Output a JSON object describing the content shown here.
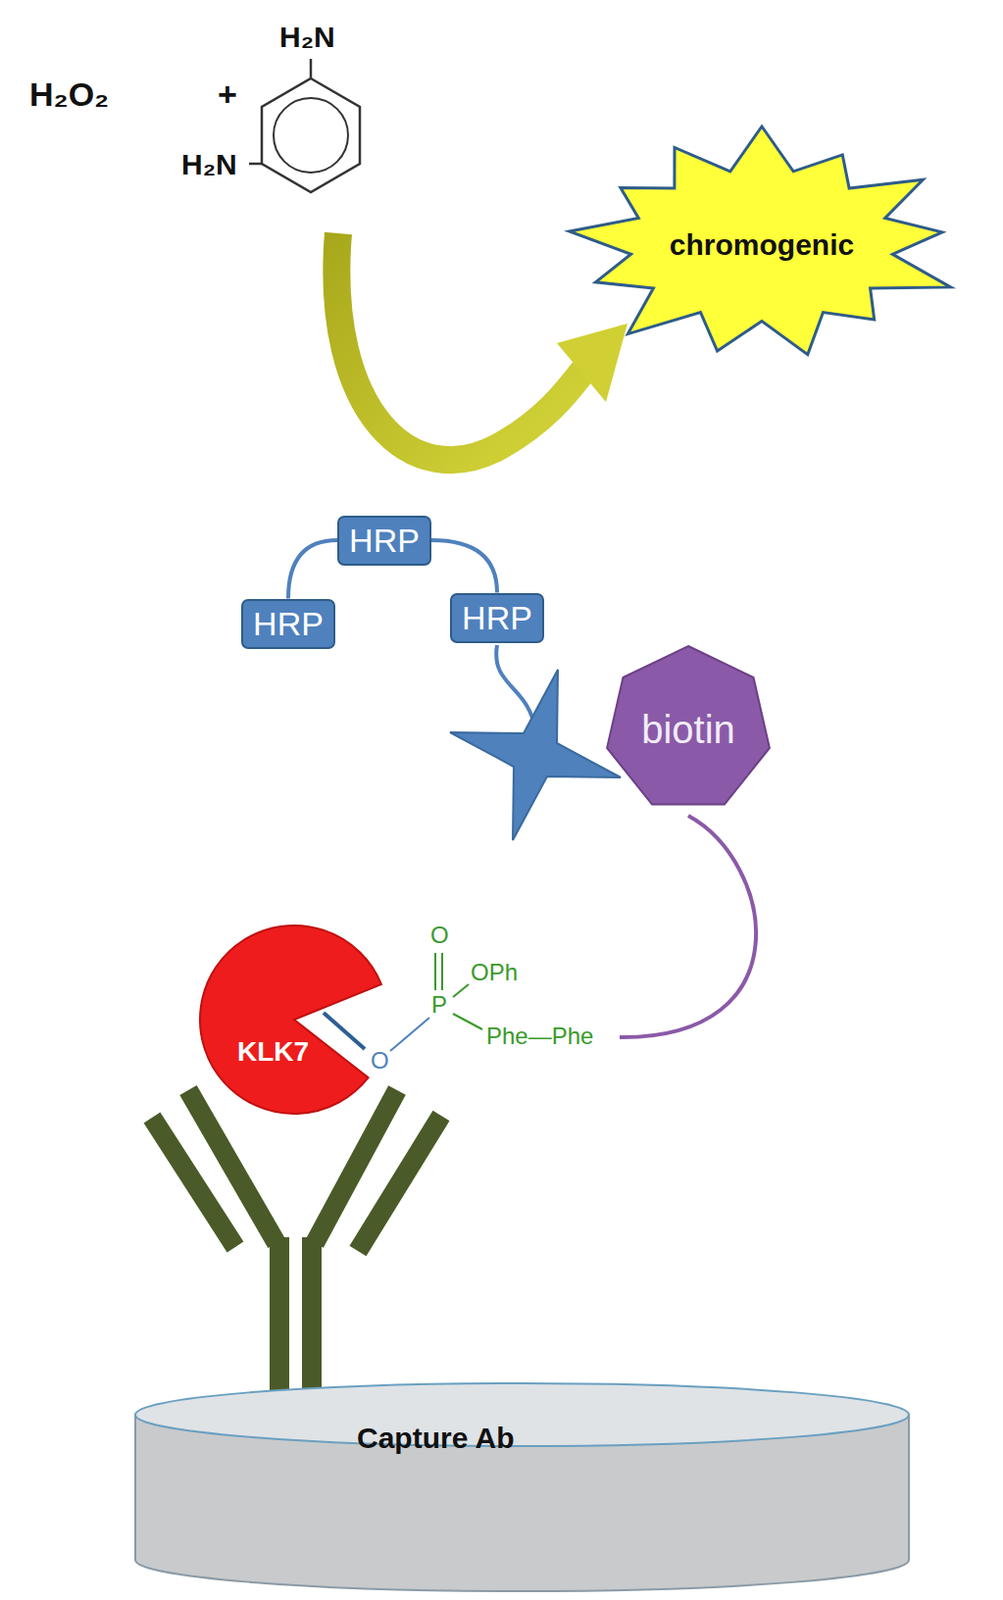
{
  "diagram": {
    "nodes": [
      {
        "text": [
          "chromogenic"
        ]
      },
      {
        "text": [
          "HRP"
        ]
      },
      {
        "text": [
          "HRP"
        ]
      },
      {
        "text": [
          "HRP"
        ]
      },
      {
        "text": [
          "biotin"
        ]
      },
      {
        "text": [
          "KLK7"
        ]
      },
      {
        "text": [
          "Capture Ab"
        ]
      }
    ],
    "edges": [
      {
        "from": 2,
        "to": 1,
        "arrow": "none"
      },
      {
        "from": 1,
        "to": 3,
        "arrow": "none"
      }
    ],
    "labels": [
      "H₂O₂",
      "+",
      "H₂N",
      "H₂N",
      "O",
      "OPh",
      "P",
      "Phe—Phe",
      "O"
    ]
  }
}
